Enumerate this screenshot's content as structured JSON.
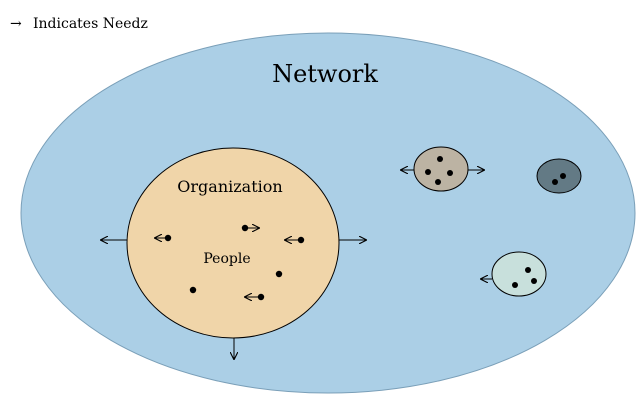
{
  "legend": {
    "arrow_symbol": "→",
    "text": "Indicates Needz"
  },
  "network": {
    "label": "Network"
  },
  "organization": {
    "label": "Organization",
    "members_label": "People"
  },
  "colors": {
    "network_fill": "#abcfe6",
    "organization_fill": "#f0d5a9",
    "small_org_brown": "#bcb3a3",
    "small_org_slate": "#637a85",
    "small_org_mint": "#c8e0dc",
    "stroke": "#000000"
  }
}
